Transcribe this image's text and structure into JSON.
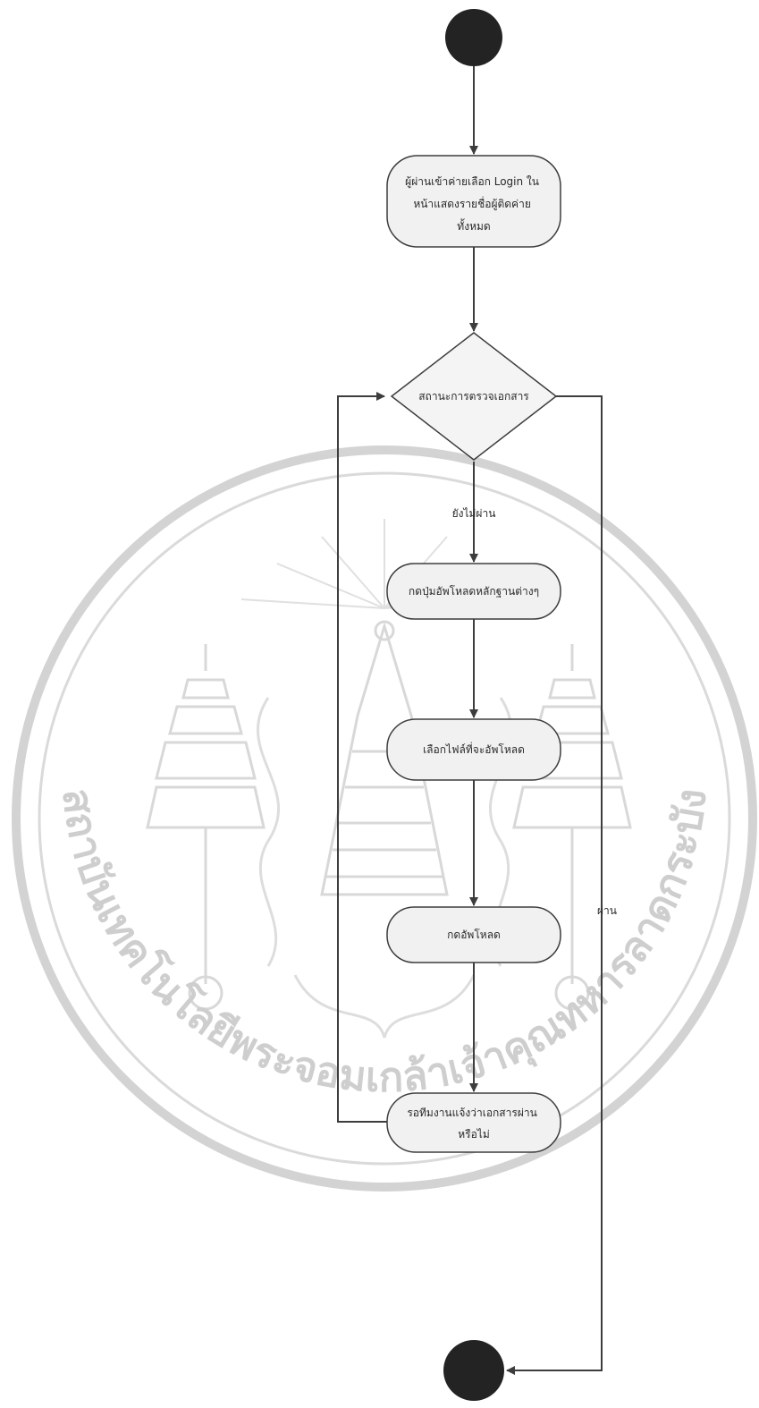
{
  "diagram": {
    "nodes": {
      "login": [
        "ผู้ผ่านเข้าค่ายเลือก Login ใน",
        "หน้าแสดงรายชื่อผู้ติดค่าย",
        "ทั้งหมด"
      ],
      "decision": [
        "สถานะการตรวจเอกสาร"
      ],
      "upload_button": [
        "กดปุ่มอัพโหลดหลักฐานต่างๆ"
      ],
      "select_file": [
        "เลือกไฟล์ที่จะอัพโหลด"
      ],
      "upload": [
        "กดอัพโหลด"
      ],
      "wait": [
        "รอทีมงานแจ้งว่าเอกสารผ่าน",
        "หรือไม่"
      ]
    },
    "edge_labels": {
      "not_passed": "ยังไม่ผ่าน",
      "passed": "ผ่าน"
    }
  },
  "watermark": {
    "text": "สถาบันเทคโนโลยีพระจอมเกล้าเจ้าคุณทหารลาดกระบัง"
  },
  "colors": {
    "line": "#3d3d3d",
    "node_fill": "#f1f1f1",
    "terminal": "#232323",
    "watermark": "#c9c9c9"
  }
}
